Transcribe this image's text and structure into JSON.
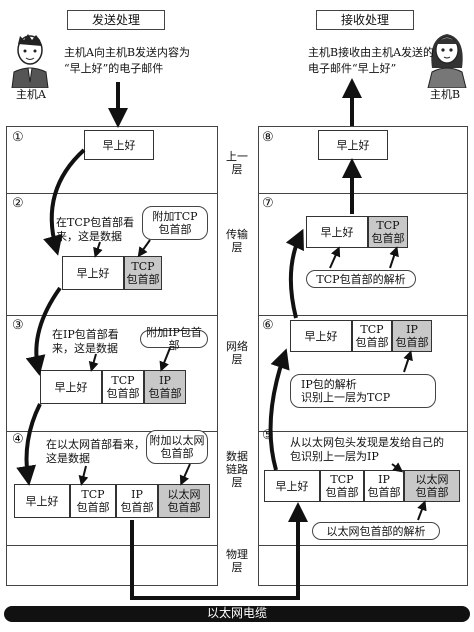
{
  "headers": {
    "send": "发送处理",
    "receive": "接收处理"
  },
  "host_a": {
    "label": "主机A",
    "caption_line1": "主机A向主机B发送内容为",
    "caption_line2": "“早上好”的电子邮件"
  },
  "host_b": {
    "label": "主机B",
    "caption_line1": "主机B接收由主机A发送的",
    "caption_line2": "电子邮件“早上好”"
  },
  "layers": {
    "application": "上一层",
    "transport": "传输层",
    "network": "网络层",
    "datalink": "数据链路层",
    "physical": "物理层"
  },
  "steps": {
    "s1": "①",
    "s2": "②",
    "s3": "③",
    "s4": "④",
    "s5": "⑤",
    "s6": "⑥",
    "s7": "⑦",
    "s8": "⑧"
  },
  "packet": {
    "data": "早上好",
    "tcp_line1": "TCP",
    "tcp_line2": "包首部",
    "ip_line1": "IP",
    "ip_line2": "包首部",
    "eth_line1": "以太网",
    "eth_line2": "包首部"
  },
  "send_notes": {
    "tcp_view_line1": "在TCP包首部看",
    "tcp_view_line2": "来，这是数据",
    "add_tcp_line1": "附加TCP",
    "add_tcp_line2": "包首部",
    "ip_view_line1": "在IP包首部看",
    "ip_view_line2": "来，这是数据",
    "add_ip": "附加IP包首部",
    "eth_view_line1": "在以太网首部看来，",
    "eth_view_line2": "这是数据",
    "add_eth_line1": "附加以太网",
    "add_eth_line2": "包首部"
  },
  "recv_notes": {
    "tcp_parse": "TCP包首部的解析",
    "ip_parse_line1": "IP包的解析",
    "ip_parse_line2": "识别上一层为TCP",
    "eth_detect_line1": "从以太网包头发现是发给自己的",
    "eth_detect_line2": "包识别上一层为IP",
    "eth_parse": "以太网包首部的解析"
  },
  "cable": "以太网电缆"
}
